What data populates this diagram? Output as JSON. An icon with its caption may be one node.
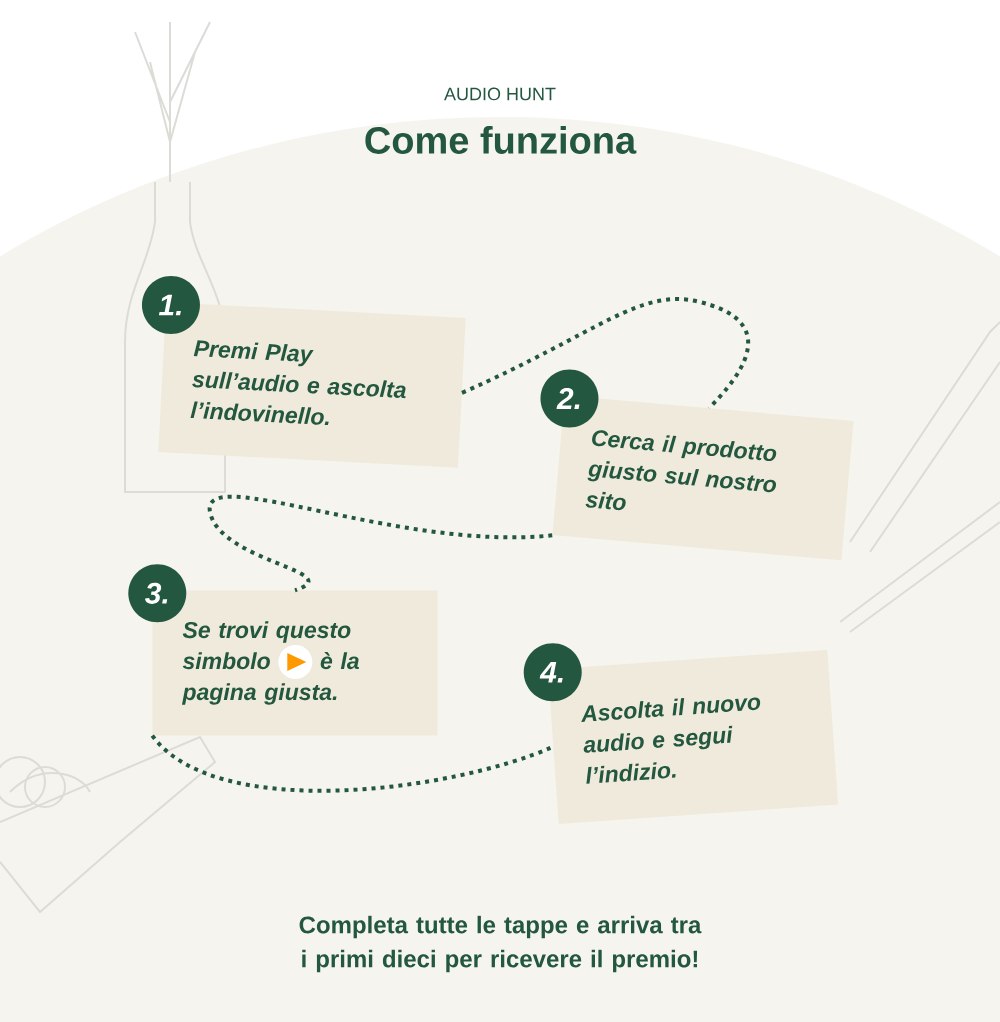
{
  "diagram": {
    "title": "Come funziona",
    "caption": "Completa tutte le tappe e arriva tra i primi dieci per ricevere il premio!",
    "labels": [
      "AUDIO HUNT"
    ],
    "nodes": [
      {
        "text": [
          "1.",
          "Premi Play sull’audio e ascolta l’indovinello."
        ]
      },
      {
        "text": [
          "2.",
          "Cerca il prodotto giusto sul nostro sito"
        ]
      },
      {
        "text": [
          "3.",
          "Se trovi questo simbolo",
          "è la pagina giusta."
        ]
      },
      {
        "text": [
          "4.",
          "Ascolta il nuovo audio e segui l’indizio."
        ]
      }
    ],
    "edges": [
      {
        "from": 0,
        "to": 1,
        "arrow": "none"
      },
      {
        "from": 1,
        "to": 2,
        "arrow": "none"
      },
      {
        "from": 2,
        "to": 3,
        "arrow": "none"
      }
    ]
  }
}
